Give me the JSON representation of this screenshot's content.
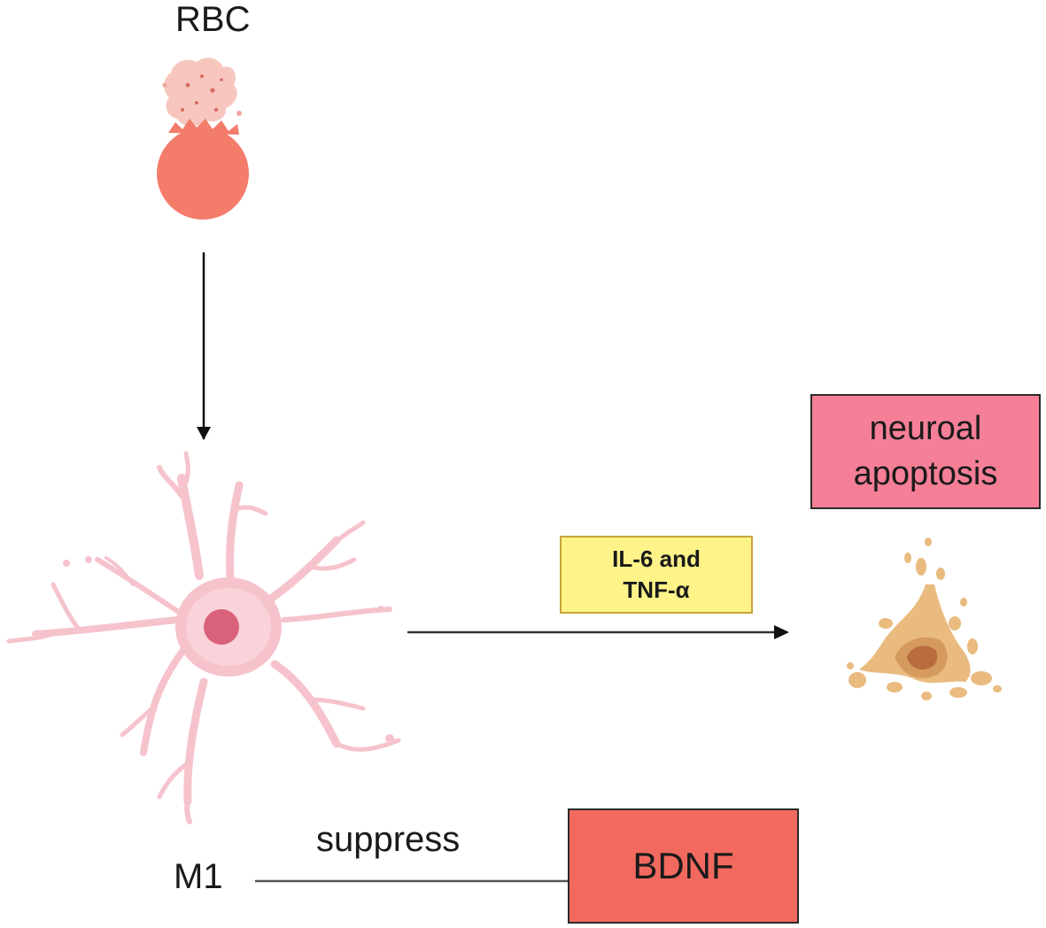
{
  "diagram": {
    "nodes": {
      "rbc": {
        "label": "RBC",
        "icon": "ruptured-red-blood-cell-icon",
        "color": "#f47c6b"
      },
      "m1": {
        "label": "M1",
        "icon": "microglia-cell-icon",
        "color": "#f6c3cc"
      },
      "apoptosis": {
        "line1": "neuroal",
        "line2": "apoptosis",
        "color": "#f47f96"
      },
      "apoptotic_cell": {
        "icon": "apoptotic-neuron-icon",
        "color": "#e9bb7f"
      },
      "bdnf": {
        "label": "BDNF",
        "color": "#f26a5f"
      }
    },
    "edges": {
      "rbc_to_m1": {
        "style": "arrow"
      },
      "m1_to_apoptosis": {
        "line1": "IL-6 and",
        "line2": "TNF-α",
        "style": "arrow",
        "label_color": "#fdf389"
      },
      "m1_to_bdnf": {
        "label": "suppress",
        "style": "line"
      }
    }
  }
}
